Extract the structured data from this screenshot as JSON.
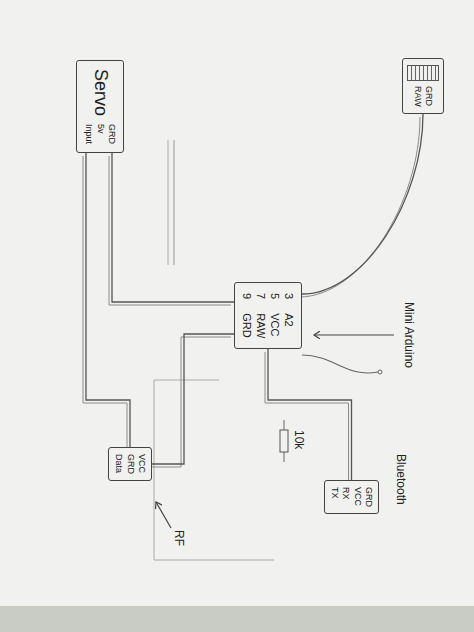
{
  "diagram": {
    "nodes": [
      {
        "text": [
          "Servo",
          "GRD",
          "5v",
          "Input"
        ]
      },
      {
        "text": [
          "GRD",
          "RAW"
        ]
      },
      {
        "text": [
          "3",
          "A2",
          "5",
          "VCC",
          "7",
          "RAW",
          "9",
          "GRD"
        ]
      },
      {
        "text": [
          "VCC",
          "GRD",
          "Data"
        ]
      },
      {
        "text": [
          "GRD",
          "VCC",
          "RX",
          "TX"
        ]
      }
    ],
    "edges": [
      {
        "from": 1,
        "to": 2,
        "arrow": "none"
      },
      {
        "from": 0,
        "to": 2,
        "arrow": "none"
      },
      {
        "from": 0,
        "to": 3,
        "arrow": "none"
      },
      {
        "from": 3,
        "to": 2,
        "arrow": "none"
      },
      {
        "from": 4,
        "to": 2,
        "arrow": "none"
      }
    ],
    "labels": [
      "Mini Arduino",
      "RF",
      "Bluetooth",
      "10k"
    ]
  }
}
